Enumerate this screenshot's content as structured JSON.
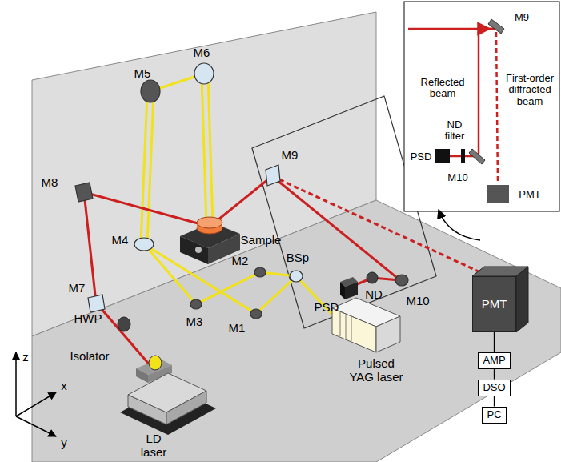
{
  "diagram": {
    "nodes": [
      {
        "text": [
          "PMT"
        ]
      },
      {
        "text": [
          "AMP"
        ]
      },
      {
        "text": [
          "DSO"
        ]
      },
      {
        "text": [
          "PC"
        ]
      }
    ],
    "edges": [
      {
        "from": 0,
        "to": 1,
        "arrow": "none"
      },
      {
        "from": 1,
        "to": 2,
        "arrow": "none"
      },
      {
        "from": 2,
        "to": 3,
        "arrow": "none"
      }
    ],
    "labels": [
      "M5",
      "M6",
      "M8",
      "M4",
      "M7",
      "HWP",
      "Isolator",
      "LD laser",
      "M2",
      "M3",
      "M1",
      "BSp",
      "Sample",
      "Pulsed YAG laser",
      "ND",
      "PSD",
      "M10",
      "M9",
      "z",
      "x",
      "y",
      "M9",
      "Reflected beam",
      "First-order diffracted beam",
      "ND filter",
      "PSD",
      "M10",
      "PMT"
    ]
  }
}
